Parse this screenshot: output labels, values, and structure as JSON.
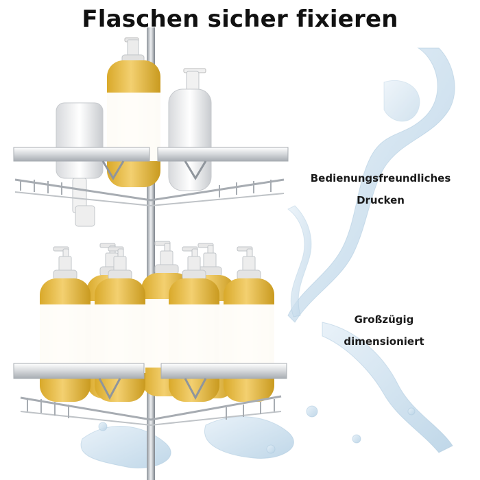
{
  "headline": "Flaschen sicher fixieren",
  "callouts": [
    {
      "lines": [
        "Bedienungsfreundliches",
        "Drucken"
      ]
    },
    {
      "lines": [
        "Großzügig",
        "dimensioniert"
      ]
    }
  ],
  "colors": {
    "background": "#ffffff",
    "text": "#111111",
    "bottle_fill": "#e9c04a",
    "bottle_label": "#ffffff",
    "chrome": "#c9cdd2",
    "water": "#cfe2f0"
  },
  "icons": [
    "shower-caddy",
    "pump-bottle",
    "water-splash"
  ]
}
